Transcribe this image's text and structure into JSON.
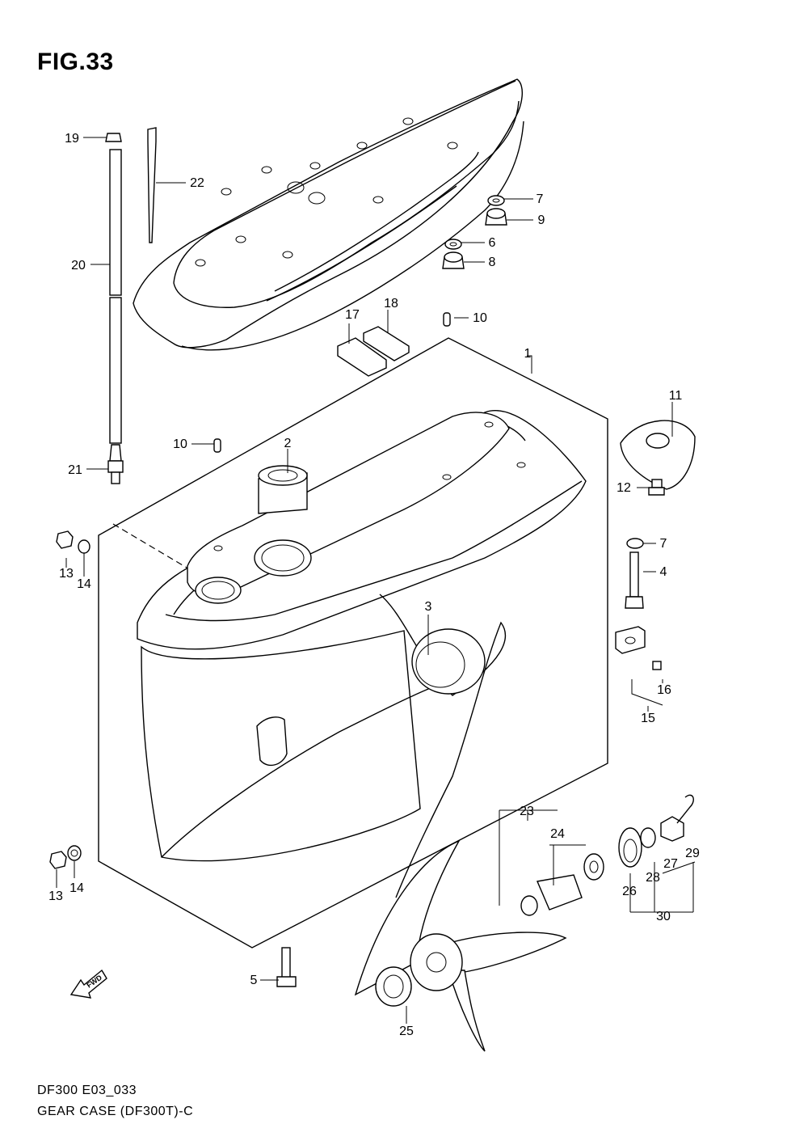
{
  "figure": {
    "title": "FIG.33",
    "caption_line1": "DF300 E03_033",
    "caption_line2": "GEAR CASE (DF300T)-C",
    "fwd_label": "FWD"
  },
  "callouts": [
    {
      "key": "c1",
      "label": "1"
    },
    {
      "key": "c2",
      "label": "2"
    },
    {
      "key": "c3",
      "label": "3"
    },
    {
      "key": "c4",
      "label": "4"
    },
    {
      "key": "c5",
      "label": "5"
    },
    {
      "key": "c6",
      "label": "6"
    },
    {
      "key": "c7a",
      "label": "7"
    },
    {
      "key": "c7b",
      "label": "7"
    },
    {
      "key": "c8",
      "label": "8"
    },
    {
      "key": "c9",
      "label": "9"
    },
    {
      "key": "c10a",
      "label": "10"
    },
    {
      "key": "c10b",
      "label": "10"
    },
    {
      "key": "c11",
      "label": "11"
    },
    {
      "key": "c12",
      "label": "12"
    },
    {
      "key": "c13a",
      "label": "13"
    },
    {
      "key": "c13b",
      "label": "13"
    },
    {
      "key": "c14a",
      "label": "14"
    },
    {
      "key": "c14b",
      "label": "14"
    },
    {
      "key": "c15",
      "label": "15"
    },
    {
      "key": "c16",
      "label": "16"
    },
    {
      "key": "c17",
      "label": "17"
    },
    {
      "key": "c18",
      "label": "18"
    },
    {
      "key": "c19",
      "label": "19"
    },
    {
      "key": "c20",
      "label": "20"
    },
    {
      "key": "c21",
      "label": "21"
    },
    {
      "key": "c22",
      "label": "22"
    },
    {
      "key": "c23",
      "label": "23"
    },
    {
      "key": "c24",
      "label": "24"
    },
    {
      "key": "c25",
      "label": "25"
    },
    {
      "key": "c26",
      "label": "26"
    },
    {
      "key": "c27",
      "label": "27"
    },
    {
      "key": "c28",
      "label": "28"
    },
    {
      "key": "c29",
      "label": "29"
    },
    {
      "key": "c30",
      "label": "30"
    }
  ]
}
